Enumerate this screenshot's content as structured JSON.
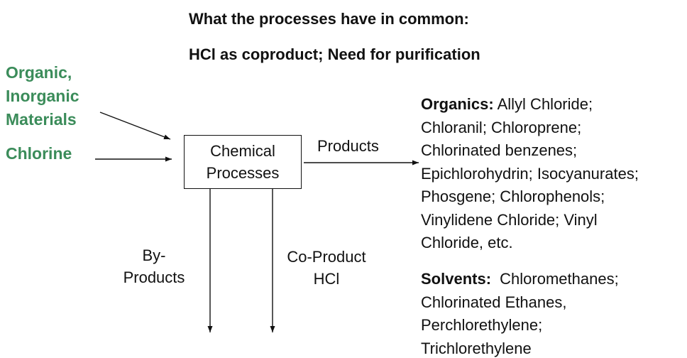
{
  "headings": {
    "line1": "What the processes have in common:",
    "line2": "HCl as coproduct; Need for purification"
  },
  "inputs": {
    "materials": "Organic,\nInorganic\nMaterials",
    "chlorine": "Chlorine"
  },
  "process_box": {
    "label": "Chemical\nProcesses"
  },
  "outputs": {
    "products_label": "Products",
    "byproducts_label": "By-\nProducts",
    "coproduct_label": "Co-Product\nHCl"
  },
  "products_list": {
    "organics_title": "Organics:",
    "organics_items": [
      "Allyl Chloride;",
      "Chloranil; Chloroprene;",
      "Chlorinated benzenes;",
      "Epichlorohydrin; Isocyanurates;",
      "Phosgene; Chlorophenols;",
      "Vinylidene Chloride; Vinyl",
      "Chloride, etc."
    ],
    "solvents_title": "Solvents:",
    "solvents_items": [
      "Chloromethanes;",
      "Chlorinated Ethanes,",
      "Perchlorethylene;",
      "Trichlorethylene"
    ]
  },
  "colors": {
    "input_green": "#3b8c5a",
    "text": "#111111"
  }
}
